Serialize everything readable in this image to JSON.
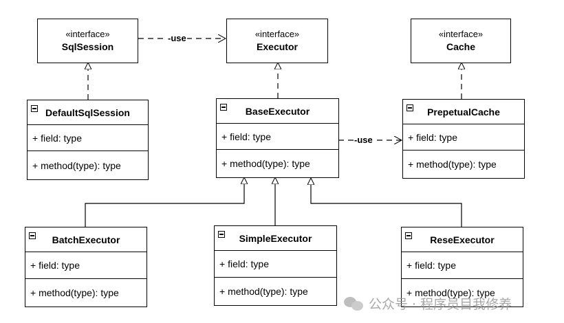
{
  "interfaces": {
    "sqlsession": {
      "stereotype": "«interface»",
      "name": "SqlSession"
    },
    "executor": {
      "stereotype": "«interface»",
      "name": "Executor"
    },
    "cache": {
      "stereotype": "«interface»",
      "name": "Cache"
    }
  },
  "classes": {
    "defaultsqlsession": {
      "name": "DefaultSqlSession",
      "field": "+ field: type",
      "method": "+ method(type): type"
    },
    "baseexecutor": {
      "name": "BaseExecutor",
      "field": "+ field: type",
      "method": "+ method(type): type"
    },
    "prepetualcache": {
      "name": "PrepetualCache",
      "field": "+ field: type",
      "method": "+ method(type): type"
    },
    "batchexecutor": {
      "name": "BatchExecutor",
      "field": "+ field: type",
      "method": "+ method(type): type"
    },
    "simpleexecutor": {
      "name": "SimpleExecutor",
      "field": "+ field: type",
      "method": "+ method(type): type"
    },
    "reseexecutor": {
      "name": "ReseExecutor",
      "field": "+ field: type",
      "method": "+ method(type): type"
    }
  },
  "relations": {
    "use_label": "-use",
    "use_label2": "-use"
  },
  "watermark": {
    "text": "公众号 · 程序员目我修养"
  }
}
